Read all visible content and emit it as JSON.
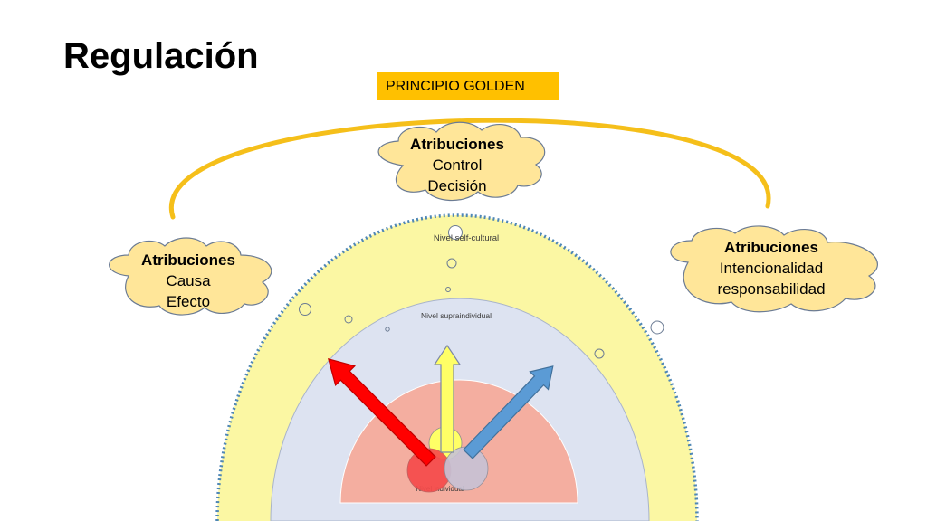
{
  "slide": {
    "title": "Regulación",
    "principle_label": "PRINCIPIO GOLDEN"
  },
  "clouds": {
    "top": {
      "heading": "Atribuciones",
      "line1": "Control",
      "line2": "Decisión"
    },
    "left": {
      "heading": "Atribuciones",
      "line1": "Causa",
      "line2": "Efecto"
    },
    "right": {
      "heading": "Atribuciones",
      "line1": "Intencionalidad",
      "line2": "responsabilidad"
    }
  },
  "levels": {
    "outer": "Nivel self-cultural",
    "middle": "Nivel supraindividual",
    "inner": "Nivel individual"
  },
  "colors": {
    "arc": "#f5bf1a",
    "principle_box": "#ffc000",
    "cloud_fill": "#ffe699",
    "cloud_stroke": "#6b7b93",
    "outer_fill": "#fbf7a3",
    "outer_dots": "#4f87b5",
    "middle_fill": "#dde3f1",
    "inner_fill": "#f4aea0",
    "arrow_red": "#ff0000",
    "arrow_yellow": "#ffff66",
    "arrow_blue": "#5b9bd5"
  }
}
